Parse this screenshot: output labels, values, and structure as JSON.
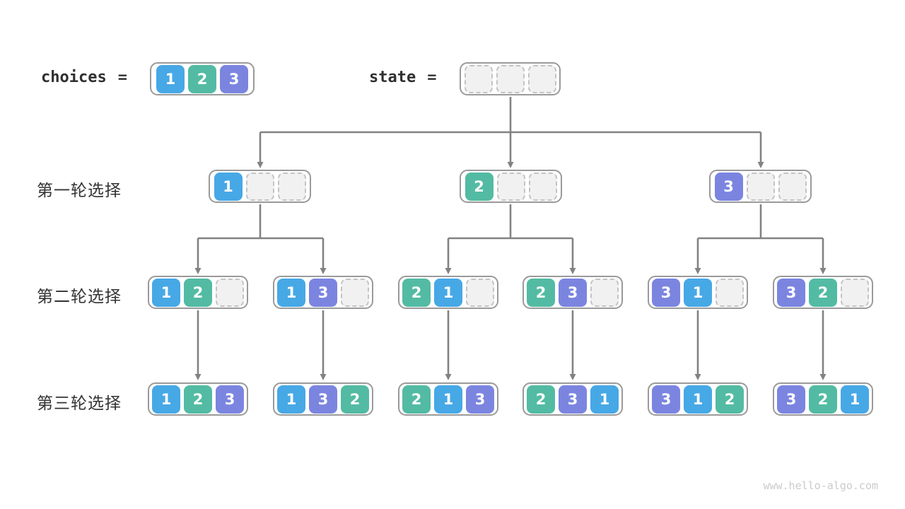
{
  "header": {
    "choices_label": "choices",
    "equals": "=",
    "state_label": "state",
    "choices_cells": [
      1,
      2,
      3
    ],
    "state_cells": [
      null,
      null,
      null
    ]
  },
  "colors": {
    "1": "#47A8E6",
    "2": "#53BBA3",
    "3": "#7B85E0"
  },
  "rows": [
    {
      "label": "第一轮选择",
      "boxes": [
        [
          1,
          null,
          null
        ],
        [
          2,
          null,
          null
        ],
        [
          3,
          null,
          null
        ]
      ]
    },
    {
      "label": "第二轮选择",
      "boxes": [
        [
          1,
          2,
          null
        ],
        [
          1,
          3,
          null
        ],
        [
          2,
          1,
          null
        ],
        [
          2,
          3,
          null
        ],
        [
          3,
          1,
          null
        ],
        [
          3,
          2,
          null
        ]
      ]
    },
    {
      "label": "第三轮选择",
      "boxes": [
        [
          1,
          2,
          3
        ],
        [
          1,
          3,
          2
        ],
        [
          2,
          1,
          3
        ],
        [
          2,
          3,
          1
        ],
        [
          3,
          1,
          2
        ],
        [
          3,
          2,
          1
        ]
      ]
    }
  ],
  "watermark": "www.hello-algo.com"
}
